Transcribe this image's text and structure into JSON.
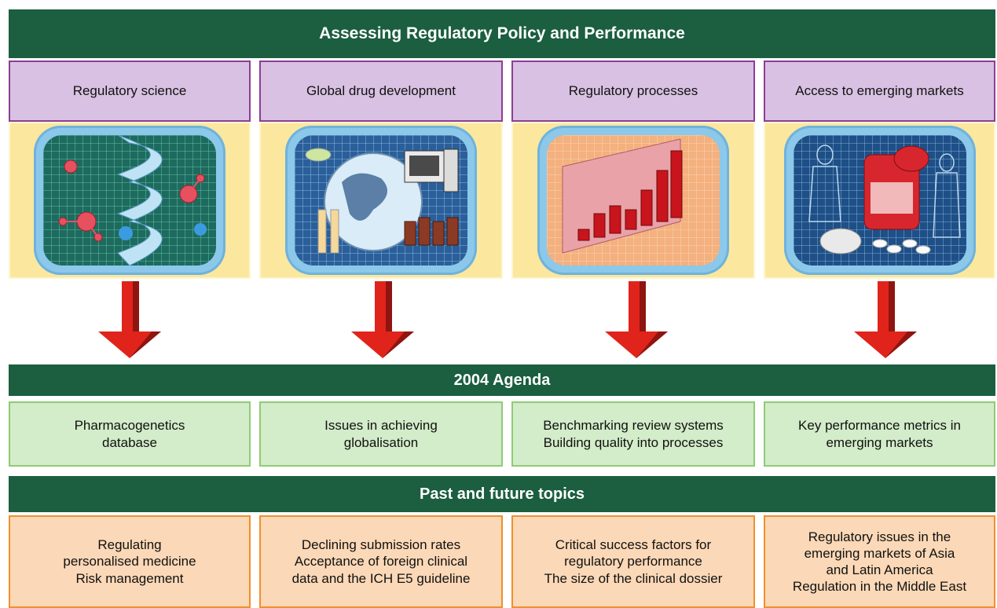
{
  "title": "Assessing Regulatory Policy and Performance",
  "themes": [
    {
      "label": "Regulatory science",
      "icon": "dna-molecule-icon"
    },
    {
      "label": "Global drug development",
      "icon": "globe-lab-computer-icon"
    },
    {
      "label": "Regulatory processes",
      "icon": "bar-chart-icon"
    },
    {
      "label": "Access to emerging markets",
      "icon": "pill-bottle-anatomy-icon"
    }
  ],
  "agenda_heading": "2004 Agenda",
  "agenda_items": [
    [
      "Pharmacogenetics",
      "database"
    ],
    [
      "Issues in achieving",
      "globalisation"
    ],
    [
      "Benchmarking review systems",
      "Building quality into processes"
    ],
    [
      "Key performance metrics in",
      "emerging markets"
    ]
  ],
  "past_heading": "Past and future topics",
  "past_items": [
    [
      "Regulating",
      "personalised medicine",
      "Risk management"
    ],
    [
      "Declining submission rates",
      "Acceptance of foreign clinical",
      "data and the ICH E5 guideline"
    ],
    [
      "Critical success factors for",
      "regulatory performance",
      "The size of the clinical dossier"
    ],
    [
      "Regulatory issues in the",
      "emerging markets of Asia",
      "and Latin America",
      "Regulation in the Middle East"
    ]
  ],
  "colors": {
    "banner": "#1b5e40",
    "theme_fill": "#d8c1e2",
    "theme_border": "#8c3d97",
    "picture_frame": "#fbe79e",
    "agenda_fill": "#d3ecc9",
    "past_fill": "#fbd8b7",
    "arrow": "#e0241b"
  }
}
